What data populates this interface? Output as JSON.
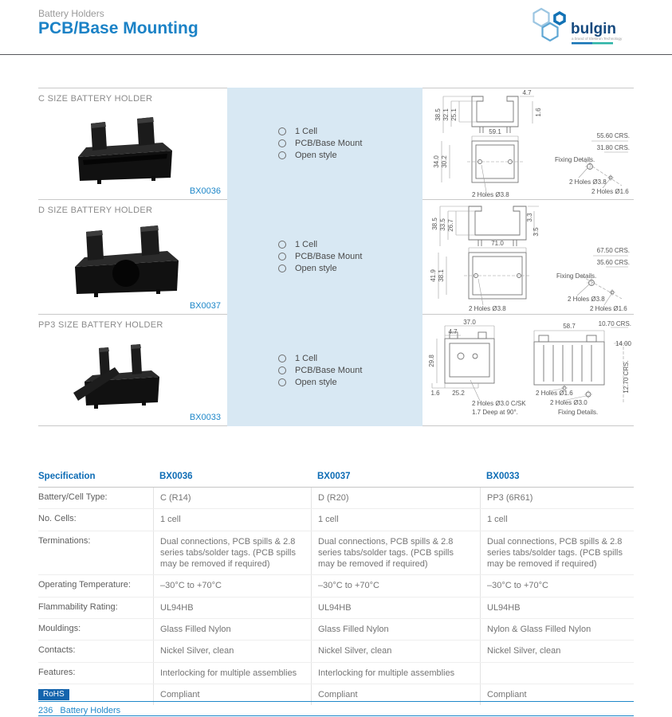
{
  "header": {
    "category": "Battery Holders",
    "title": "PCB/Base Mounting",
    "logo": {
      "brand": "bulgin",
      "tagline": "a brand of Elektron Technology"
    }
  },
  "products": [
    {
      "title": "C SIZE BATTERY HOLDER",
      "part_number": "BX0036",
      "features": [
        "1 Cell",
        "PCB/Base Mount",
        "Open style"
      ],
      "dims": [
        "38.5",
        "32.1",
        "25.1",
        "4.7",
        "1.6",
        "59.1",
        "55.60 CRS.",
        "31.80 CRS.",
        "34.0",
        "30.2",
        "Fixing Details.",
        "2 Holes Ø3.8",
        "2 Holes Ø3.8",
        "2 Holes Ø1.6"
      ]
    },
    {
      "title": "D SIZE BATTERY HOLDER",
      "part_number": "BX0037",
      "features": [
        "1 Cell",
        "PCB/Base Mount",
        "Open style"
      ],
      "dims": [
        "38.5",
        "33.5",
        "26.7",
        "3.3",
        "3.5",
        "71.0",
        "67.50 CRS.",
        "35.60 CRS.",
        "41.9",
        "38.1",
        "Fixing Details.",
        "2 Holes Ø3.8",
        "2 Holes Ø3.8",
        "2 Holes Ø1.6"
      ]
    },
    {
      "title": "PP3 SIZE BATTERY HOLDER",
      "part_number": "BX0033",
      "features": [
        "1 Cell",
        "PCB/Base Mount",
        "Open style"
      ],
      "dims": [
        "37.0",
        "4.7",
        "29.8",
        "1.6",
        "25.2",
        "10.70 CRS.",
        "58.7",
        "14.00",
        "2 Holes Ø1.6",
        "2 Holes Ø3.0 C/SK",
        "1.7 Deep at 90°.",
        "2 Holes Ø3.0",
        "Fixing Details.",
        "12.70 CRS."
      ]
    }
  ],
  "spec_table": {
    "columns": [
      "Specification",
      "BX0036",
      "BX0037",
      "BX0033"
    ],
    "rows": [
      {
        "label": "Battery/Cell Type:",
        "values": [
          "C (R14)",
          "D (R20)",
          "PP3 (6R61)"
        ]
      },
      {
        "label": "No. Cells:",
        "values": [
          "1 cell",
          "1 cell",
          "1 cell"
        ]
      },
      {
        "label": "Terminations:",
        "values": [
          "Dual connections, PCB spills & 2.8 series tabs/solder tags. (PCB spills may be removed if required)",
          "Dual connections, PCB spills & 2.8 series tabs/solder tags. (PCB spills may be removed if required)",
          "Dual connections, PCB spills & 2.8 series tabs/solder tags. (PCB spills may be removed if required)"
        ]
      },
      {
        "label": "Operating Temperature:",
        "values": [
          "–30°C to +70°C",
          "–30°C to +70°C",
          "–30°C to +70°C"
        ]
      },
      {
        "label": "Flammability Rating:",
        "values": [
          "UL94HB",
          "UL94HB",
          "UL94HB"
        ]
      },
      {
        "label": "Mouldings:",
        "values": [
          "Glass Filled Nylon",
          "Glass Filled Nylon",
          "Nylon & Glass Filled Nylon"
        ]
      },
      {
        "label": "Contacts:",
        "values": [
          "Nickel Silver, clean",
          "Nickel Silver, clean",
          "Nickel Silver, clean"
        ]
      },
      {
        "label": "Features:",
        "values": [
          "Interlocking for multiple assemblies",
          "Interlocking for multiple assemblies",
          ""
        ]
      },
      {
        "label": "RoHS",
        "values": [
          "Compliant",
          "Compliant",
          "Compliant"
        ]
      }
    ]
  },
  "footer": {
    "page_number": "236",
    "section": "Battery Holders"
  }
}
